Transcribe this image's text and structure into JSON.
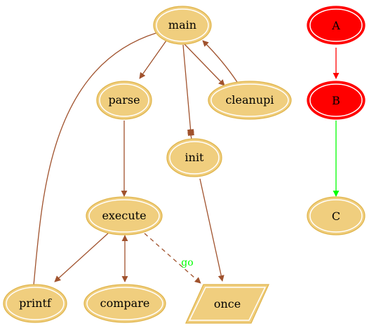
{
  "colors": {
    "node_fill": "#f0ce7e",
    "node_border": "#e0b54c",
    "node_inner_border": "#ffffff",
    "edge": "#a0522d",
    "red": "#ff0000",
    "green": "#00ff00",
    "text": "#000000"
  },
  "nodes": {
    "main": "main",
    "parse": "parse",
    "cleanupi": "cleanupi",
    "init": "init",
    "execute": "execute",
    "printf": "printf",
    "compare": "compare",
    "once": "once",
    "a": "A",
    "b": "B",
    "c": "C"
  },
  "edges": {
    "execute_once_label": "go"
  }
}
